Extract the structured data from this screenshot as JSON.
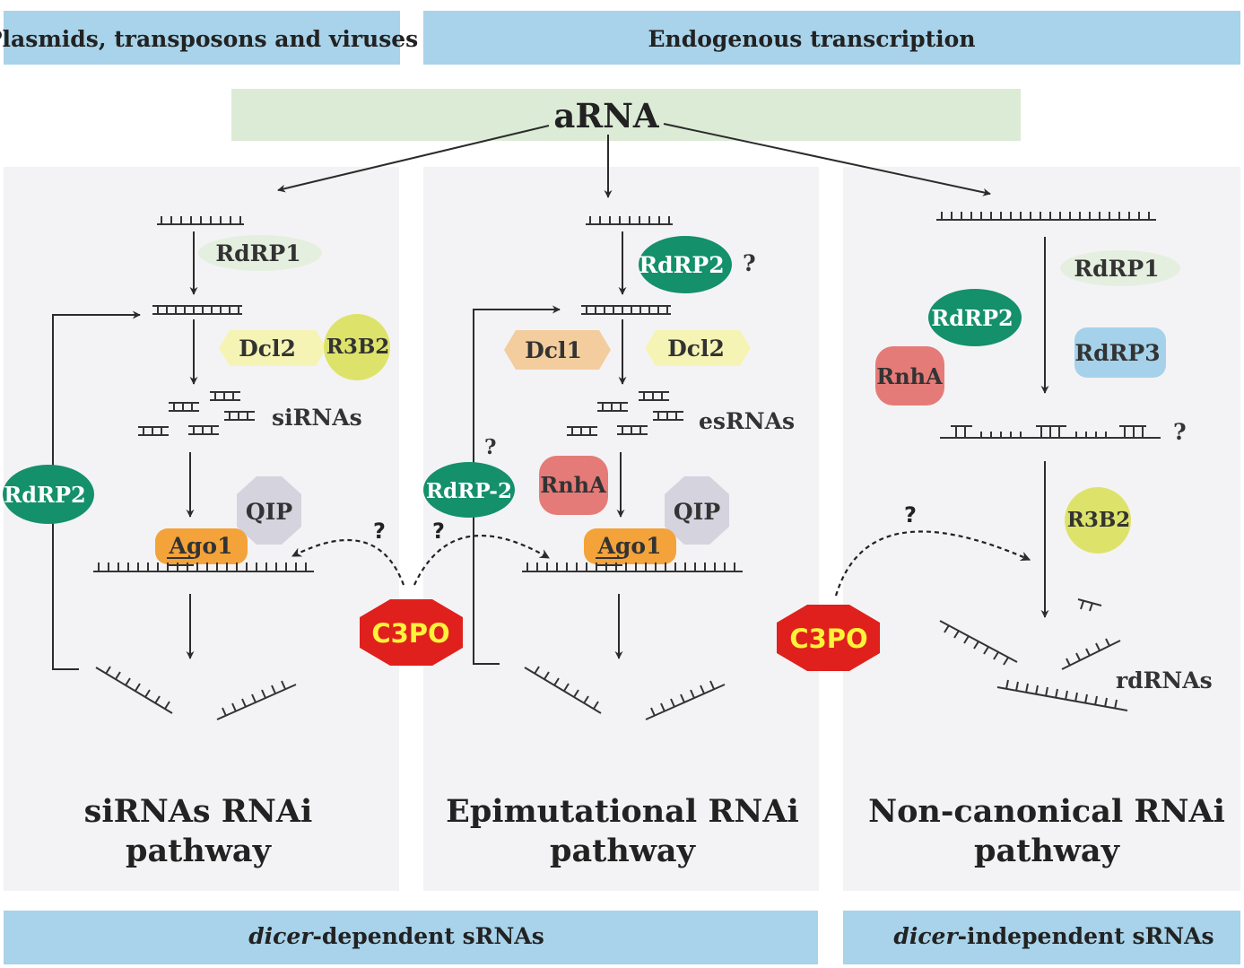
{
  "header": {
    "left": "Plasmids, transposons and viruses",
    "right": "Endogenous transcription"
  },
  "source_label": "aRNA",
  "panels": {
    "sirna": {
      "proteins": {
        "rdrp1": "RdRP1",
        "dcl2": "Dcl2",
        "r3b2": "R3B2",
        "qip": "QIP",
        "ago1": "Ago1",
        "rdrp2_loop": "RdRP2"
      },
      "product": "siRNAs",
      "title_line1": "siRNAs RNAi",
      "title_line2": "pathway"
    },
    "epimutational": {
      "proteins": {
        "rdrp2": "RdRP2",
        "dcl1": "Dcl1",
        "dcl2": "Dcl2",
        "rnha": "RnhA",
        "qip": "QIP",
        "ago1": "Ago1",
        "rdrp2_loop": "RdRP-2"
      },
      "product": "esRNAs",
      "question": "?",
      "title_line1": "Epimutational RNAi",
      "title_line2": "pathway"
    },
    "noncanonical": {
      "proteins": {
        "rdrp1": "RdRP1",
        "rdrp2": "RdRP2",
        "rdrp3": "RdRP3",
        "rnha": "RnhA",
        "r3b2": "R3B2"
      },
      "product": "rdRNAs",
      "question": "?",
      "title_line1": "Non-canonical RNAi",
      "title_line2": "pathway"
    }
  },
  "c3po": "C3PO",
  "question_mark": "?",
  "footer": {
    "left_italic": "dicer",
    "left_rest": "-dependent sRNAs",
    "right_italic": "dicer",
    "right_rest": "-independent sRNAs"
  },
  "colors": {
    "header_blue": "#a8d3ea",
    "arna_green": "#dcebd6",
    "panel_gray": "#f3f3f5",
    "rdrp1_light": "#e5efe0",
    "rdrp2_green": "#14906a",
    "dcl_yellow": "#f6f4b4",
    "r3b2_yellow": "#dde36a",
    "dcl1_peach": "#f3cd9e",
    "qip_gray": "#d4d3de",
    "ago1_orange": "#f3a33a",
    "rnha_red": "#e57b78",
    "rdrp3_blue": "#a5d2ea",
    "c3po_red": "#e0201c",
    "c3po_text": "#fff23a"
  }
}
